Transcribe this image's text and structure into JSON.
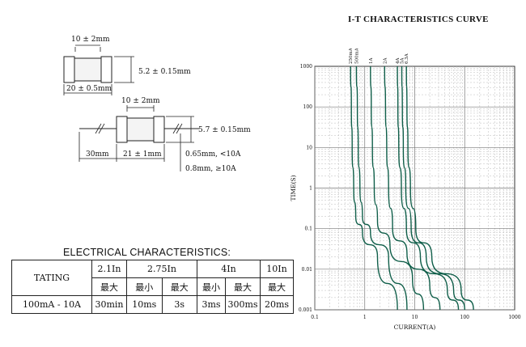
{
  "dims": {
    "fuse1_width": "10 ± 2mm",
    "fuse1_diameter": "5.2 ± 0.15mm",
    "fuse1_length": "20 ± 0.5mm",
    "fuse2_width": "10 ± 2mm",
    "fuse2_diameter": "5.7 ± 0.15mm",
    "lead_length": "30mm",
    "fuse2_length": "21 ± 1mm",
    "lead_note_1": "0.65mm, <10A",
    "lead_note_2": "0.8mm, ≥10A"
  },
  "electrical": {
    "title": "ELECTRICAL CHARACTERISTICS:",
    "row_header": "TATING",
    "multiples": [
      "2.1In",
      "2.75In",
      "4In",
      "10In"
    ],
    "subheaders": [
      "最大",
      "最小",
      "最大",
      "最小",
      "最大",
      "最大"
    ],
    "range": "100mA - 10A",
    "values": [
      "30min",
      "10ms",
      "3s",
      "3ms",
      "300ms",
      "20ms"
    ]
  },
  "chart_data": {
    "type": "line",
    "title": "I-T CHARACTERISTICS CURVE",
    "xlabel": "CURRENT(A)",
    "ylabel": "TIME(S)",
    "xscale": "log",
    "yscale": "log",
    "xlim": [
      0.1,
      1000
    ],
    "ylim": [
      0.001,
      1000
    ],
    "xticks": [
      "0.1",
      "1",
      "10",
      "100",
      "1000"
    ],
    "yticks": [
      "0.001",
      "0.01",
      "0.1",
      "1",
      "10",
      "100",
      "1000"
    ],
    "grid": true,
    "line_color": "#0f5e49",
    "series": [
      {
        "name": "250mA",
        "points": [
          [
            0.52,
            1000
          ],
          [
            0.54,
            100
          ],
          [
            0.56,
            10
          ],
          [
            0.6,
            1
          ],
          [
            0.66,
            0.2
          ],
          [
            0.9,
            0.08
          ],
          [
            1.8,
            0.02
          ],
          [
            4.5,
            0.001
          ]
        ]
      },
      {
        "name": "500mA",
        "points": [
          [
            0.68,
            1000
          ],
          [
            0.71,
            100
          ],
          [
            0.74,
            10
          ],
          [
            0.8,
            1
          ],
          [
            0.9,
            0.2
          ],
          [
            1.3,
            0.08
          ],
          [
            3.0,
            0.02
          ],
          [
            7.0,
            0.001
          ]
        ]
      },
      {
        "name": "1A",
        "points": [
          [
            1.3,
            1000
          ],
          [
            1.35,
            100
          ],
          [
            1.42,
            10
          ],
          [
            1.55,
            1
          ],
          [
            1.8,
            0.15
          ],
          [
            3.2,
            0.04
          ],
          [
            9,
            0.006
          ],
          [
            15,
            0.001
          ]
        ]
      },
      {
        "name": "2A",
        "points": [
          [
            2.5,
            1000
          ],
          [
            2.6,
            100
          ],
          [
            2.75,
            10
          ],
          [
            3.0,
            1
          ],
          [
            3.6,
            0.1
          ],
          [
            7,
            0.025
          ],
          [
            20,
            0.004
          ],
          [
            32,
            0.001
          ]
        ]
      },
      {
        "name": "4A",
        "points": [
          [
            4.5,
            1000
          ],
          [
            4.6,
            100
          ],
          [
            4.8,
            10
          ],
          [
            5.4,
            1
          ],
          [
            6.8,
            0.1
          ],
          [
            13,
            0.02
          ],
          [
            45,
            0.003
          ],
          [
            75,
            0.001
          ]
        ]
      },
      {
        "name": "5A",
        "points": [
          [
            5.5,
            1000
          ],
          [
            5.65,
            100
          ],
          [
            5.9,
            10
          ],
          [
            6.6,
            1
          ],
          [
            8.5,
            0.1
          ],
          [
            17,
            0.02
          ],
          [
            60,
            0.003
          ],
          [
            100,
            0.001
          ]
        ]
      },
      {
        "name": "6.3A",
        "points": [
          [
            6.8,
            1000
          ],
          [
            7.0,
            100
          ],
          [
            7.3,
            10
          ],
          [
            8.2,
            1
          ],
          [
            10.5,
            0.1
          ],
          [
            22,
            0.02
          ],
          [
            85,
            0.003
          ],
          [
            150,
            0.001
          ]
        ]
      }
    ]
  }
}
